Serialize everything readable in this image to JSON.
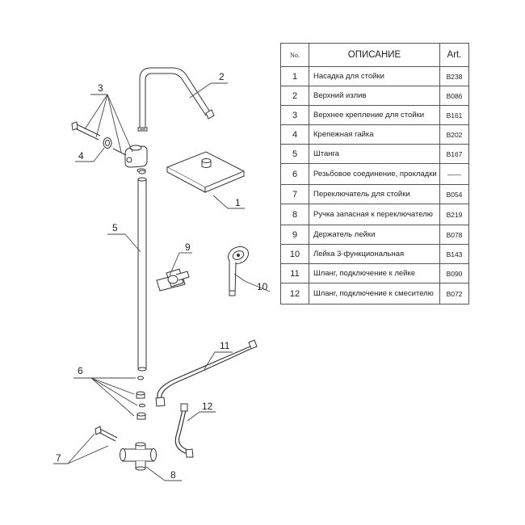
{
  "table": {
    "headers": {
      "no": "No.",
      "description": "ОПИСАНИЕ",
      "art": "Art."
    },
    "rows": [
      {
        "no": "1",
        "description": "Насадка для стойки",
        "art": "B238"
      },
      {
        "no": "2",
        "description": "Верхний излив",
        "art": "B086"
      },
      {
        "no": "3",
        "description": "Верхнее крепление для стойки",
        "art": "B161"
      },
      {
        "no": "4",
        "description": "Крепежная гайка",
        "art": "B202"
      },
      {
        "no": "5",
        "description": "Штанга",
        "art": "B167"
      },
      {
        "no": "6",
        "description": "Резьбовое соединение, прокладки",
        "art": "——"
      },
      {
        "no": "7",
        "description": "Переключатель для стойки",
        "art": "B054"
      },
      {
        "no": "8",
        "description": "Ручка запасная к переключателю",
        "art": "B219"
      },
      {
        "no": "9",
        "description": "Держатель лейки",
        "art": "B078"
      },
      {
        "no": "10",
        "description": "Лейка 3-функциональная",
        "art": "B143"
      },
      {
        "no": "11",
        "description": "Шланг, подключение к лейке",
        "art": "B090"
      },
      {
        "no": "12",
        "description": "Шланг, подключение к смесителю",
        "art": "B072"
      }
    ]
  },
  "callouts": {
    "c1": "1",
    "c2": "2",
    "c3": "3",
    "c4": "4",
    "c5": "5",
    "c6": "6",
    "c7": "7",
    "c8": "8",
    "c9": "9",
    "c10": "10",
    "c11": "11",
    "c12": "12"
  }
}
